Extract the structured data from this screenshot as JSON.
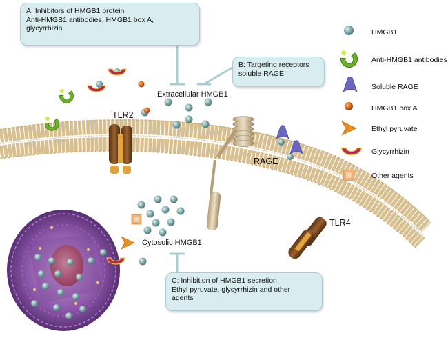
{
  "callouts": {
    "a": {
      "title": "A: Inhibitors of HMGB1 protein",
      "line2": "Anti-HMGB1 antibodies, HMGB1 box A,",
      "line3": "glycyrrhizin"
    },
    "b": {
      "title": "B:  Targeting receptors",
      "line2": "soluble RAGE"
    },
    "c": {
      "title": "C:  Inhibition of HMGB1 secretion",
      "line2": "Ethyl pyruvate, glycyrrhizin and other",
      "line3": "agents"
    }
  },
  "labels": {
    "extracellular": "Extracellular HMGB1",
    "cytosolic": "Cytosolic HMGB1",
    "tlr2": "TLR2",
    "tlr4": "TLR4",
    "rage": "RAGE"
  },
  "legend": [
    {
      "label": "HMGB1",
      "icon": "hmgb1-sphere-icon"
    },
    {
      "label": "Anti-HMGB1 antibodies",
      "icon": "antibody-crescent-icon"
    },
    {
      "label": "Soluble RAGE",
      "icon": "soluble-rage-icon"
    },
    {
      "label": "HMGB1 box A",
      "icon": "box-a-icon"
    },
    {
      "label": "Ethyl pyruvate",
      "icon": "ethyl-pyruvate-icon"
    },
    {
      "label": "Glycyrrhizin",
      "icon": "glycyrrhizin-icon"
    },
    {
      "label": "Other agents",
      "icon": "other-agents-icon"
    }
  ],
  "colors": {
    "membrane": "#d8bf8f",
    "hmgb1": "#7fa9a9",
    "antibody_green": "#6bb12a",
    "soluble_rage": "#6a66c4",
    "box_a": "#d8661f",
    "ethyl_pyruvate": "#e8901e",
    "glycyrrhizin": "#b8265c",
    "other_agents": "#f1b27a",
    "callout_fill": "#d9ecef",
    "nucleus_purple": "#7a4a9a"
  }
}
